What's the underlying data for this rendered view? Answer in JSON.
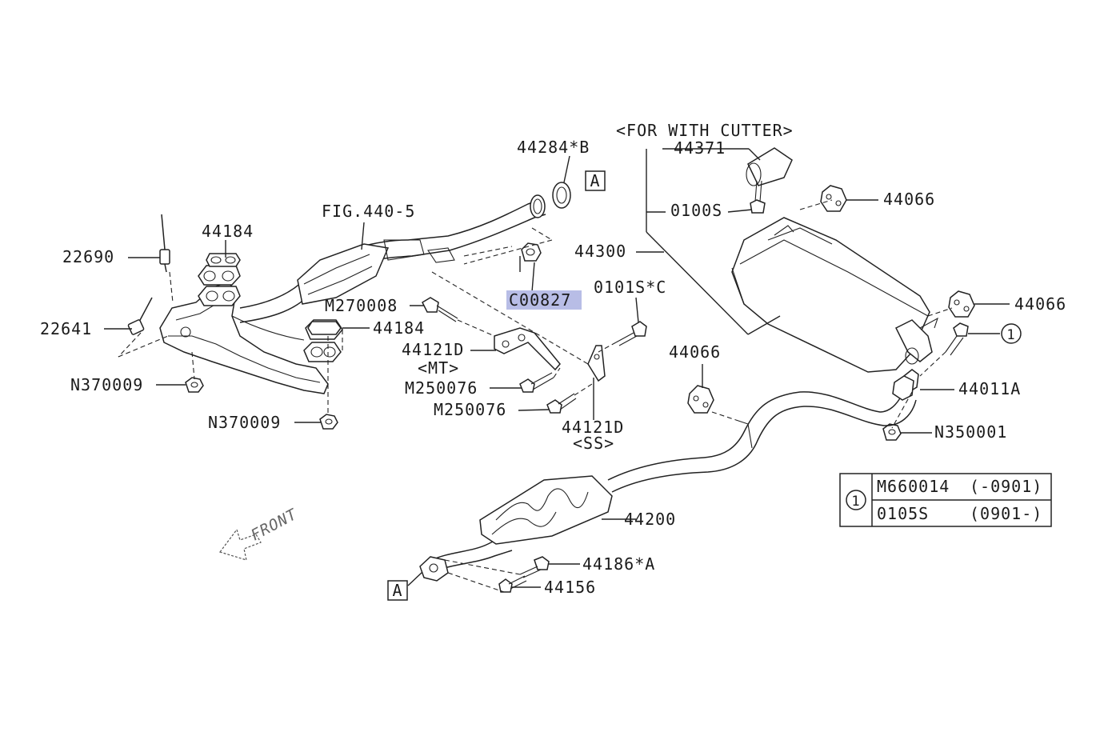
{
  "parts": {
    "p44284b": "44284*B",
    "ref_a_top": "A",
    "for_with_cutter": "<FOR WITH CUTTER>",
    "p44371": "44371",
    "p0100s": "0100S",
    "p44066_a": "44066",
    "p44300": "44300",
    "p44066_b": "44066",
    "fig440": "FIG.440-5",
    "p44184_a": "44184",
    "p22690": "22690",
    "p22641": "22641",
    "c00827": "C00827",
    "m270008": "M270008",
    "p44184_b": "44184",
    "p0101sc": "0101S*C",
    "p44121d_mt": "44121D",
    "mt": "<MT>",
    "m250076_a": "M250076",
    "m250076_b": "M250076",
    "p44121d_ss": "44121D",
    "ss": "<SS>",
    "n370009_a": "N370009",
    "n370009_b": "N370009",
    "p44066_c": "44066",
    "p44011a": "44011A",
    "n350001": "N350001",
    "circle_ref": "1",
    "p44200": "44200",
    "p44186a": "44186*A",
    "p44156": "44156",
    "ref_a_bottom": "A",
    "front": "FRONT"
  },
  "table": {
    "ref": "1",
    "rows": [
      {
        "part": "M660014",
        "range": "(-0901)"
      },
      {
        "part": "0105S",
        "range": "(0901-)"
      }
    ]
  },
  "highlight_color": "#b8bde6"
}
